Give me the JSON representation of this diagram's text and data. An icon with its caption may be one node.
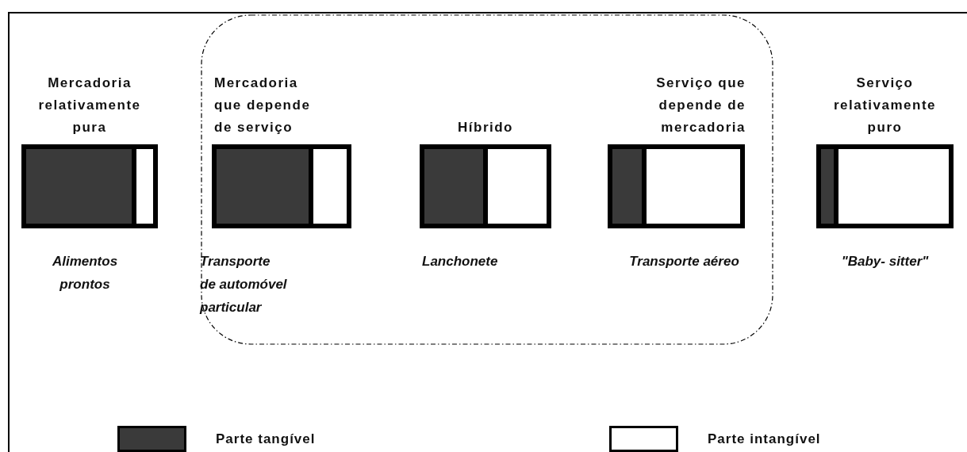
{
  "diagram": {
    "nodes": [
      {
        "text": [],
        "shape": "box"
      },
      {
        "text": [
          "Mercadoria relativamente pura"
        ],
        "beside": [
          "Alimentos prontos"
        ]
      },
      {
        "text": [
          "Mercadoria que depende de serviço"
        ],
        "beside": [
          "Transporte de automóvel particular"
        ],
        "in": 0
      },
      {
        "text": [
          "Híbrido"
        ],
        "beside": [
          "Lanchonete"
        ],
        "in": 0
      },
      {
        "text": [
          "Serviço que depende de mercadoria"
        ],
        "beside": [
          "Transporte aéreo"
        ],
        "in": 0
      },
      {
        "text": [
          "Serviço relativamente puro"
        ],
        "beside": [
          "\"Baby- sitter\""
        ]
      }
    ],
    "legend": [
      {
        "text": "Parte tangível",
        "color": "#3a3a3a"
      },
      {
        "text": "Parte intangível",
        "color": "#ffffff"
      }
    ]
  }
}
